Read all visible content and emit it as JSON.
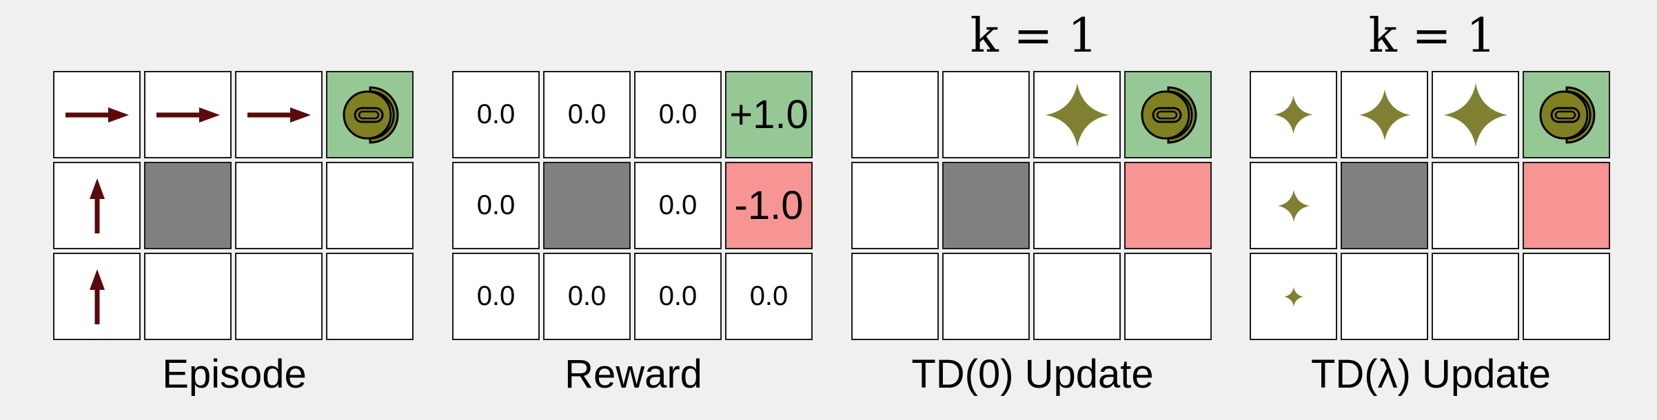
{
  "colors": {
    "background": "#f0f0f0",
    "arrow": "#5a0a0a",
    "goal": "#96c896",
    "pit": "#f79494",
    "wall": "#808080",
    "agent": "#808020",
    "trace": "#808033"
  },
  "panels": {
    "episode": {
      "label": "Episode",
      "arrows": [
        "right",
        "right",
        "right",
        "up",
        "up"
      ]
    },
    "reward": {
      "label": "Reward",
      "values": [
        [
          "0.0",
          "0.0",
          "0.0",
          "+1.0"
        ],
        [
          "0.0",
          "",
          "0.0",
          "-1.0"
        ],
        [
          "0.0",
          "0.0",
          "0.0",
          "0.0"
        ]
      ]
    },
    "td0": {
      "title": "k = 1",
      "label": "TD(0) Update",
      "trace_levels": [
        [
          0,
          0,
          1.0,
          0
        ],
        [
          0,
          0,
          0,
          0
        ],
        [
          0,
          0,
          0,
          0
        ]
      ]
    },
    "tdlambda": {
      "title": "k = 1",
      "label": "TD(λ) Update",
      "trace_levels": [
        [
          0.6,
          0.8,
          1.0,
          0
        ],
        [
          0.5,
          0,
          0,
          0
        ],
        [
          0.3,
          0,
          0,
          0
        ]
      ]
    }
  },
  "icons": {
    "agent": "agent-icon",
    "trace": "eligibility-trace-icon",
    "arrow_right": "arrow-right-icon",
    "arrow_up": "arrow-up-icon"
  }
}
